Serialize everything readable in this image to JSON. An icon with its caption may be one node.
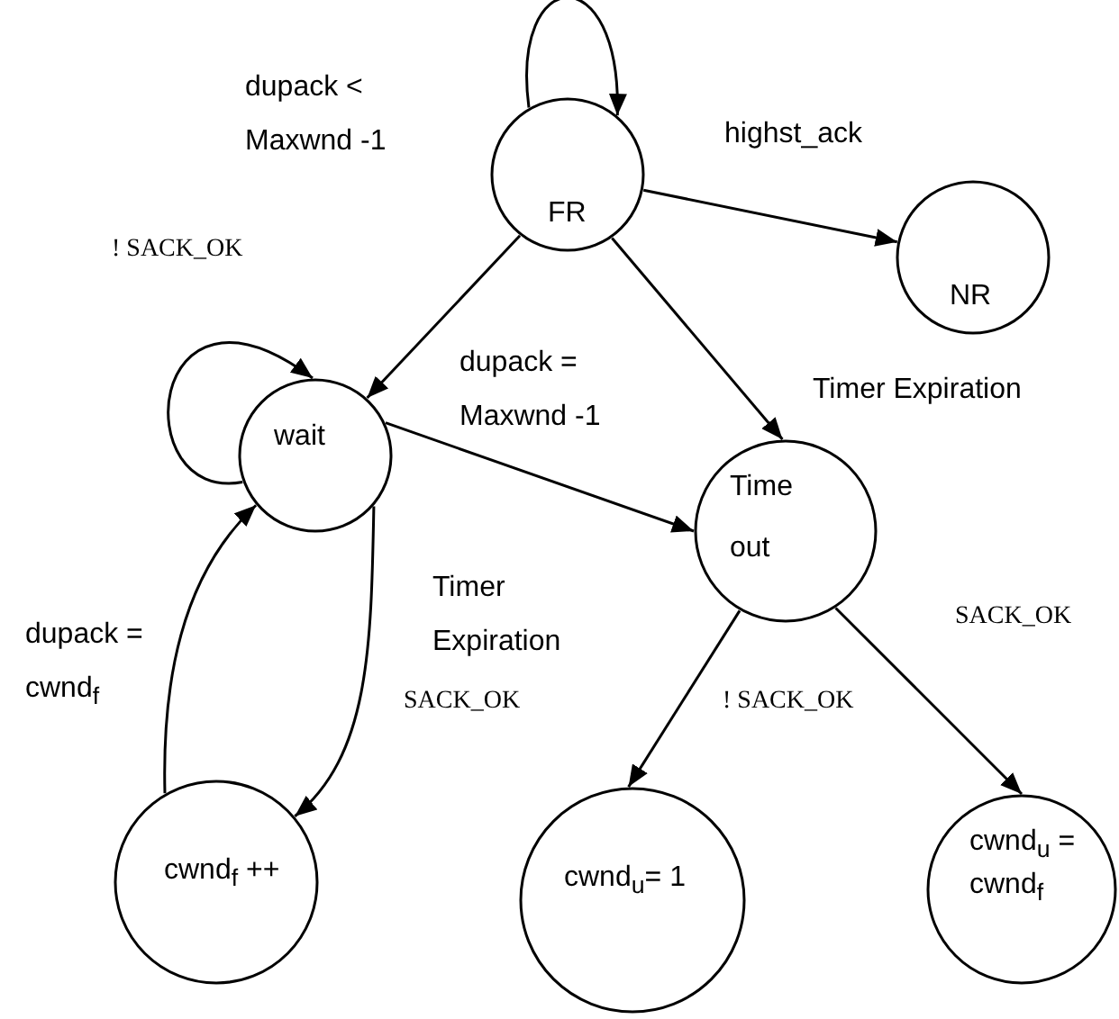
{
  "diagram": {
    "nodes": [
      {
        "text": [
          "FR"
        ]
      },
      {
        "text": [
          "NR"
        ]
      },
      {
        "text": [
          "wait"
        ]
      },
      {
        "text": [
          "Time out"
        ]
      },
      {
        "text": [
          "cwnd$_{f}$ ++"
        ]
      },
      {
        "text": [
          "cwnd$_{u}$= 1"
        ]
      },
      {
        "text": [
          "cwnd$_{u}$ = cwnd$_{f}$"
        ]
      }
    ],
    "edges": [
      {
        "from": 0,
        "to": 0,
        "arrow": "to",
        "label": "dupack < Maxwnd -1"
      },
      {
        "from": 0,
        "to": 1,
        "arrow": "to",
        "label": "highst_ack"
      },
      {
        "from": 0,
        "to": 2,
        "arrow": "to",
        "label": "dupack = Maxwnd -1"
      },
      {
        "from": 0,
        "to": 3,
        "arrow": "to",
        "label": "Timer Expiration"
      },
      {
        "from": 2,
        "to": 2,
        "arrow": "to",
        "label": "! SACK_OK"
      },
      {
        "from": 2,
        "to": 3,
        "arrow": "to",
        "label": "Timer Expiration"
      },
      {
        "from": 2,
        "to": 4,
        "arrow": "to",
        "label": "SACK_OK"
      },
      {
        "from": 4,
        "to": 2,
        "arrow": "to",
        "label": "dupack = cwnd$_{f}$"
      },
      {
        "from": 3,
        "to": 5,
        "arrow": "to",
        "label": "! SACK_OK"
      },
      {
        "from": 3,
        "to": 6,
        "arrow": "to",
        "label": "SACK_OK"
      }
    ]
  }
}
